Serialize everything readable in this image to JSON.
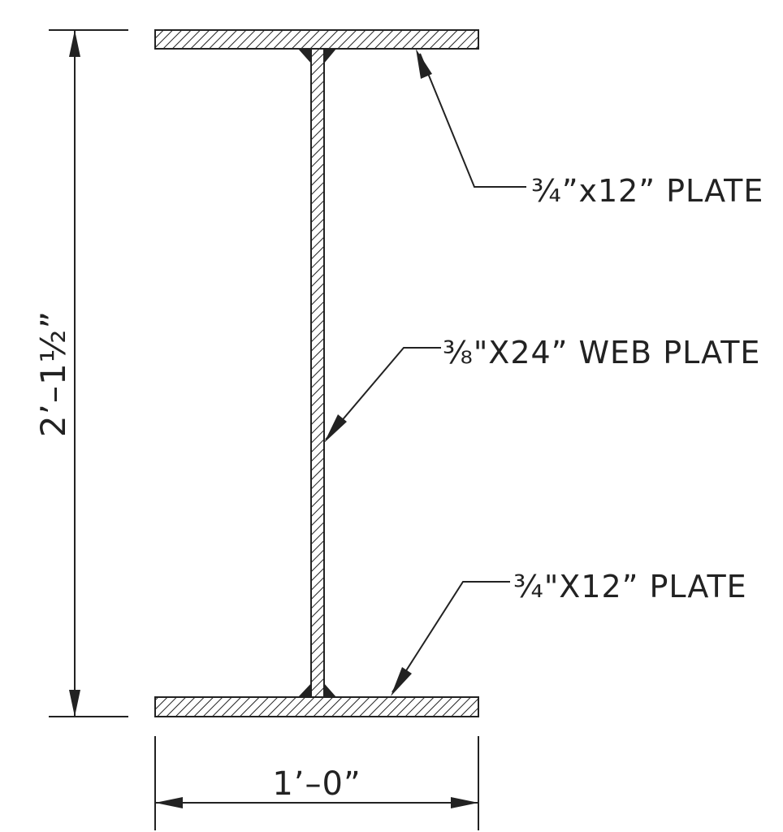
{
  "drawing": {
    "overall_depth_dimension": "2’–1½”",
    "flange_width_dimension": "1’–0”"
  },
  "callouts": {
    "top_flange": "¾”x12”  PLATE",
    "web": "⅜\"X24”  WEB  PLATE",
    "bottom_flange": "¾\"X12”  PLATE"
  },
  "colors": {
    "ink": "#222222",
    "background": "#ffffff"
  }
}
